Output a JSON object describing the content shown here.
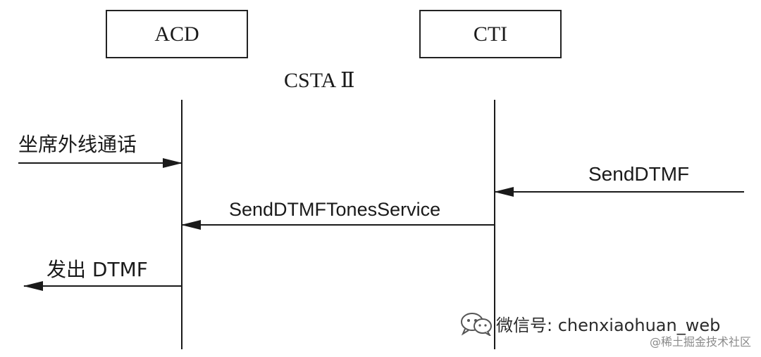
{
  "entities": {
    "acd": "ACD",
    "cti": "CTI"
  },
  "protocol_label": "CSTA Ⅱ",
  "messages": {
    "agent_call": "坐席外线通话",
    "send_dtmf": "SendDTMF",
    "send_dtmf_tones_service": "SendDTMFTonesService",
    "emit_dtmf": "发出 DTMF"
  },
  "watermark": {
    "text": "微信号: chenxiaohuan_web",
    "community": "@稀土掘金技术社区",
    "icon": "wechat-icon"
  }
}
